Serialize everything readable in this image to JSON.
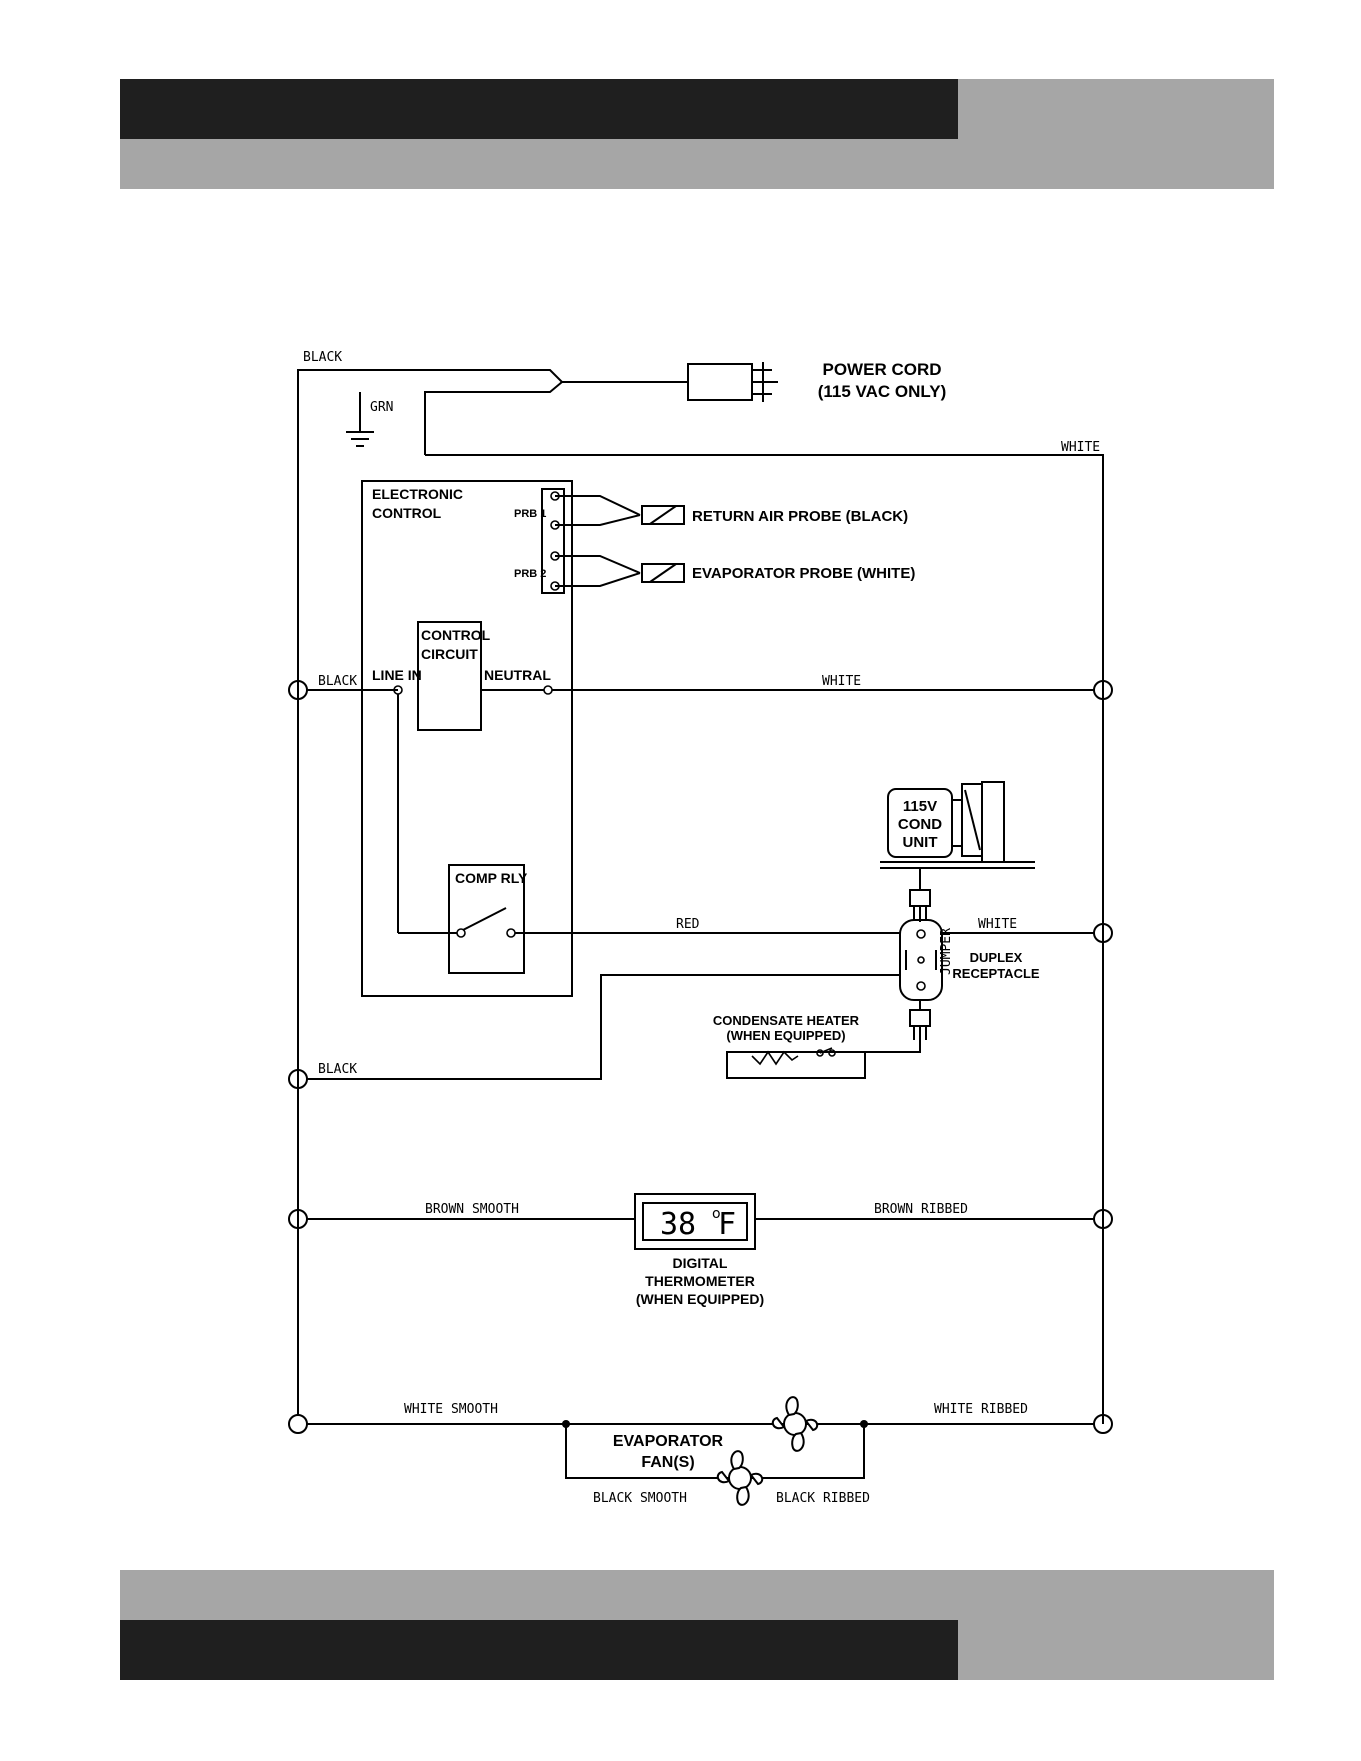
{
  "colors": {
    "dark_band": "#1f1f1f",
    "light_band": "#a6a6a6",
    "ink": "#000000",
    "paper": "#ffffff"
  },
  "power_cord": {
    "line1": "POWER CORD",
    "line2": "(115 VAC ONLY)"
  },
  "control": {
    "line1": "ELECTRONIC",
    "line2": "CONTROL",
    "prb1": "PRB 1",
    "prb2": "PRB 2",
    "circuit_line1": "CONTROL",
    "circuit_line2": "CIRCUIT",
    "line_in": "LINE IN",
    "neutral": "NEUTRAL",
    "comp_rly": "COMP RLY"
  },
  "probes": {
    "return_air": "RETURN AIR PROBE (BLACK)",
    "evaporator": "EVAPORATOR PROBE (WHITE)"
  },
  "cond_unit": {
    "line1": "115V",
    "line2": "COND",
    "line3": "UNIT"
  },
  "receptacle": {
    "line1": "DUPLEX",
    "line2": "RECEPTACLE",
    "jumper": "JUMPER"
  },
  "heater": {
    "line1": "CONDENSATE HEATER",
    "line2": "(WHEN EQUIPPED)"
  },
  "thermometer": {
    "display": "38",
    "unit": "F",
    "line1": "DIGITAL",
    "line2": "THERMOMETER",
    "line3": "(WHEN EQUIPPED)"
  },
  "fans": {
    "line1": "EVAPORATOR",
    "line2": "FAN(S)"
  },
  "wires": {
    "black_top": "BLACK",
    "grn": "GRN",
    "white_top": "WHITE",
    "black_line_in": "BLACK",
    "white_neutral": "WHITE",
    "red": "RED",
    "white_recept": "WHITE",
    "black_recept": "BLACK",
    "brown_smooth": "BROWN SMOOTH",
    "brown_ribbed": "BROWN RIBBED",
    "white_smooth": "WHITE SMOOTH",
    "white_ribbed": "WHITE RIBBED",
    "black_smooth": "BLACK SMOOTH",
    "black_ribbed": "BLACK RIBBED"
  }
}
